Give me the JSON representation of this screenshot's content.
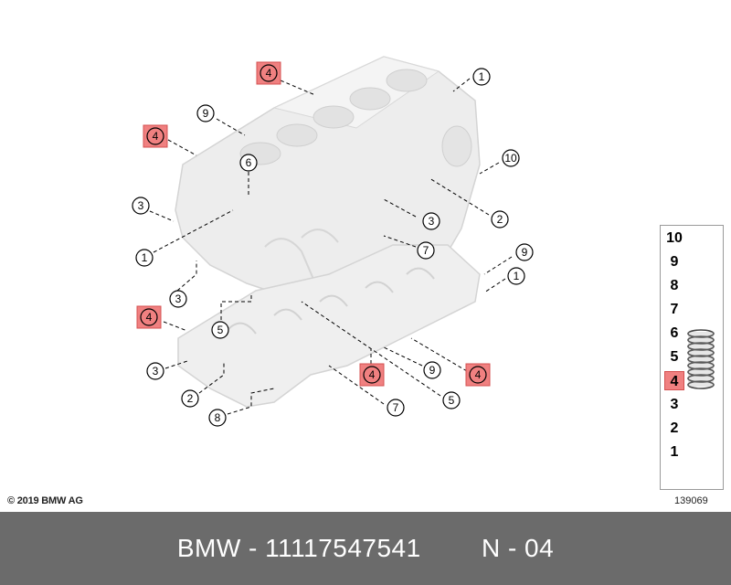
{
  "diagram": {
    "callouts": [
      {
        "label": "4",
        "highlighted": true
      },
      {
        "label": "1",
        "highlighted": false
      },
      {
        "label": "9",
        "highlighted": false
      },
      {
        "label": "4",
        "highlighted": true
      },
      {
        "label": "6",
        "highlighted": false
      },
      {
        "label": "10",
        "highlighted": false
      },
      {
        "label": "3",
        "highlighted": false
      },
      {
        "label": "3",
        "highlighted": false
      },
      {
        "label": "2",
        "highlighted": false
      },
      {
        "label": "7",
        "highlighted": false
      },
      {
        "label": "1",
        "highlighted": false
      },
      {
        "label": "9",
        "highlighted": false
      },
      {
        "label": "1",
        "highlighted": false
      },
      {
        "label": "3",
        "highlighted": false
      },
      {
        "label": "4",
        "highlighted": true
      },
      {
        "label": "5",
        "highlighted": false
      },
      {
        "label": "3",
        "highlighted": false
      },
      {
        "label": "4",
        "highlighted": true
      },
      {
        "label": "9",
        "highlighted": false
      },
      {
        "label": "4",
        "highlighted": true
      },
      {
        "label": "2",
        "highlighted": false
      },
      {
        "label": "5",
        "highlighted": false
      },
      {
        "label": "7",
        "highlighted": false
      },
      {
        "label": "8",
        "highlighted": false
      }
    ],
    "highlight_color": "#f08080",
    "part_color": "#ececec"
  },
  "legend": {
    "items": [
      "10",
      "9",
      "8",
      "7",
      "6",
      "5",
      "4",
      "3",
      "2",
      "1"
    ],
    "highlighted": "4",
    "icon": "spring-icon"
  },
  "copyright": "© 2019 BMW AG",
  "drawing_number": "139069",
  "footer": {
    "brand": "BMW",
    "part_number": "11117547541",
    "position": "N - 04",
    "separator": " - "
  }
}
